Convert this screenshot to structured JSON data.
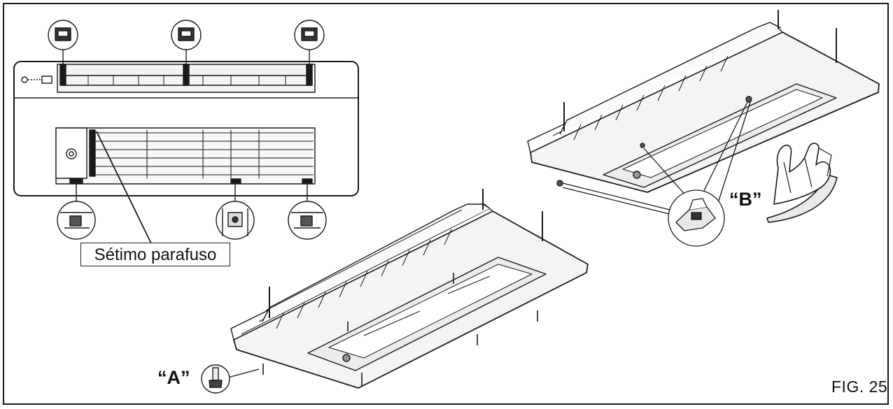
{
  "labels": {
    "seventh_screw": "Sétimo parafuso",
    "a": "“A”",
    "b": "“B”",
    "figure": "FIG. 25"
  },
  "colors": {
    "line": "#1a1a1a",
    "fill_light": "#f2f2f2",
    "fill_mid": "#dcdcdc",
    "background": "#ffffff"
  },
  "icons": [
    "clip-detail-icon",
    "screw-icon",
    "fastener-detail-icon"
  ]
}
